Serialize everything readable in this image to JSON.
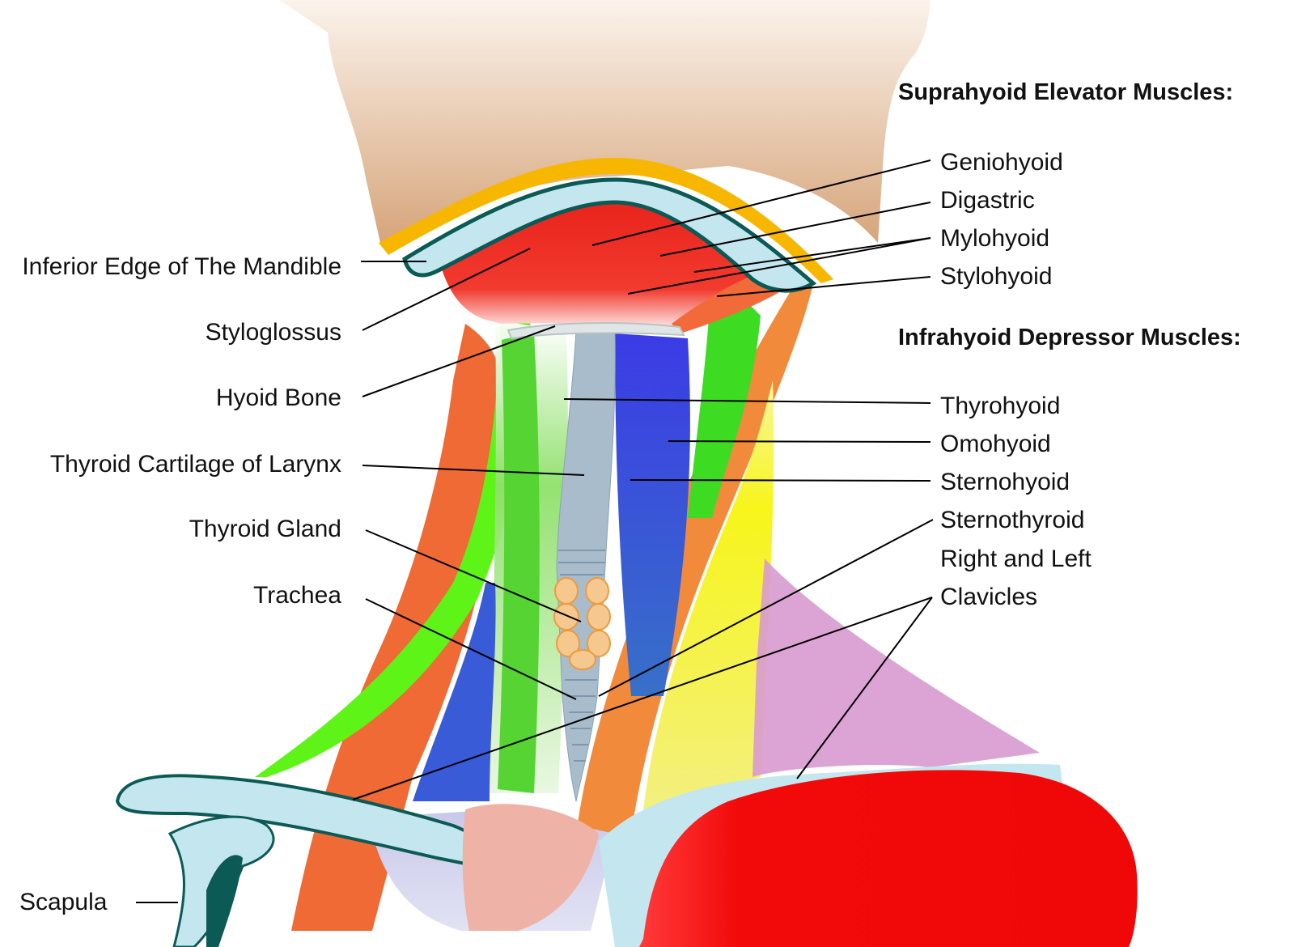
{
  "left_labels": [
    "Inferior Edge of The Mandible",
    "Styloglossus",
    "Hyoid Bone",
    "Thyroid Cartilage of Larynx",
    "Thyroid Gland",
    "Trachea",
    "Scapula"
  ],
  "headers": {
    "suprahyoid": "Suprahyoid Elevator Muscles:",
    "infrahyoid": "Infrahyoid Depressor Muscles:"
  },
  "suprahyoid_muscles": [
    "Geniohyoid",
    "Digastric",
    "Mylohyoid",
    "Stylohyoid"
  ],
  "infrahyoid_muscles": [
    "Thyrohyoid",
    "Omohyoid",
    "Sternohyoid",
    "Sternothyroid"
  ],
  "bone_labels": [
    "Right and Left",
    "Clavicles"
  ],
  "colors": {
    "skin": "#d9a97f",
    "mandible_edge": "#f5b800",
    "bone": "#c4e6ee",
    "bone_outline": "#0b5a55",
    "suprahyoid_red": "#e8261e",
    "sternocleido_orange": "#f07a3a",
    "omohyoid_green": "#46d92a",
    "sternohyoid_blue": "#3a3fe0",
    "cartilage_grey": "#a9bccb",
    "thyroid_gland": "#f5c48a",
    "trapezius_pink": "#d28ec4",
    "pectoral_red": "#f00c0c",
    "scalene_yellow": "#f6f51e"
  }
}
